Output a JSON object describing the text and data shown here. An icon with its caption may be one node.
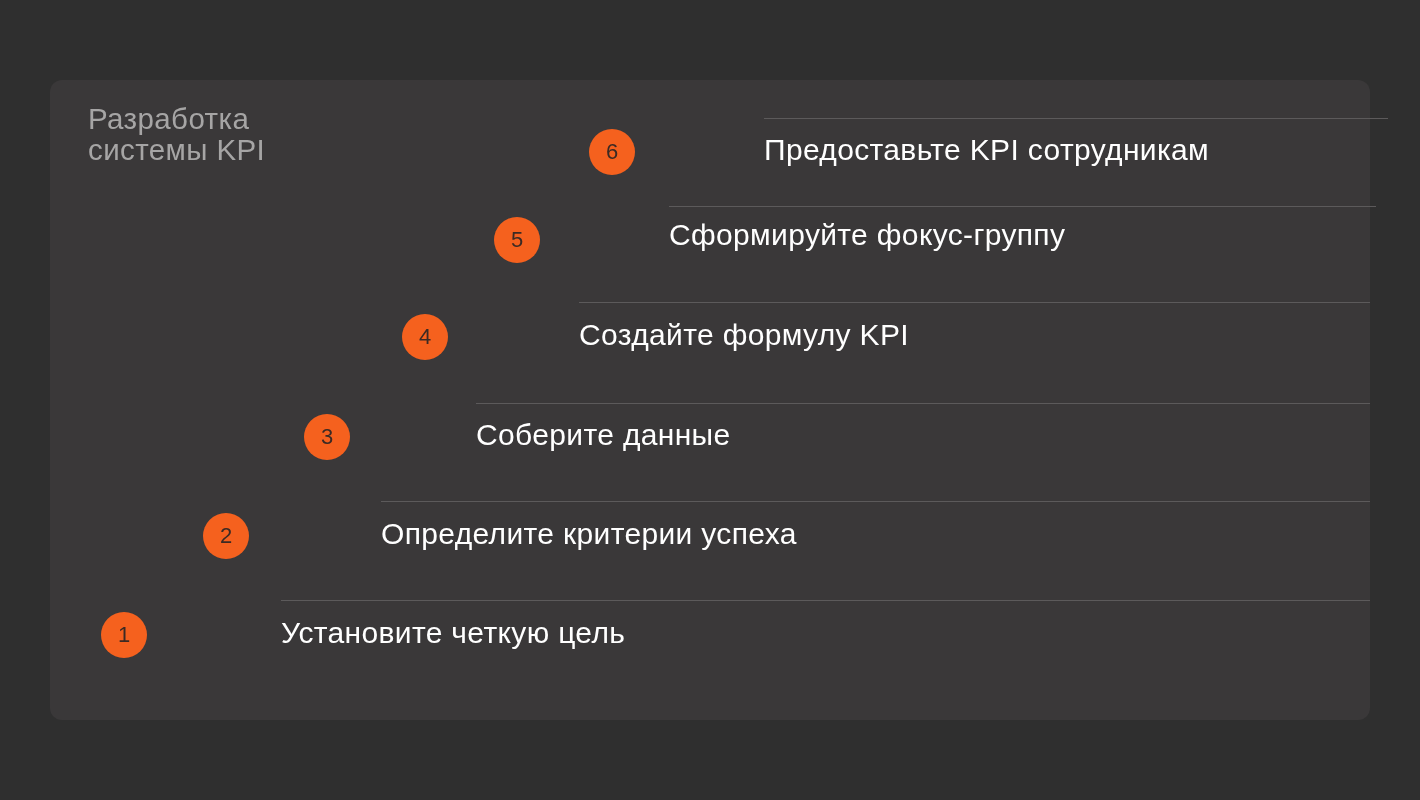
{
  "diagram": {
    "title": "Разработка системы KPI",
    "nodes": [
      {
        "text": [
          "6"
        ]
      },
      {
        "text": [
          "5"
        ]
      },
      {
        "text": [
          "4"
        ]
      },
      {
        "text": [
          "3"
        ]
      },
      {
        "text": [
          "2"
        ]
      },
      {
        "text": [
          "1"
        ]
      }
    ],
    "labels": [
      "Предоставьте KPI сотрудникам",
      "Сформируйте фокус-группу",
      "Создайте формулу KPI",
      "Соберите данные",
      "Определите критерии успеха",
      "Установите четкую цель"
    ]
  }
}
